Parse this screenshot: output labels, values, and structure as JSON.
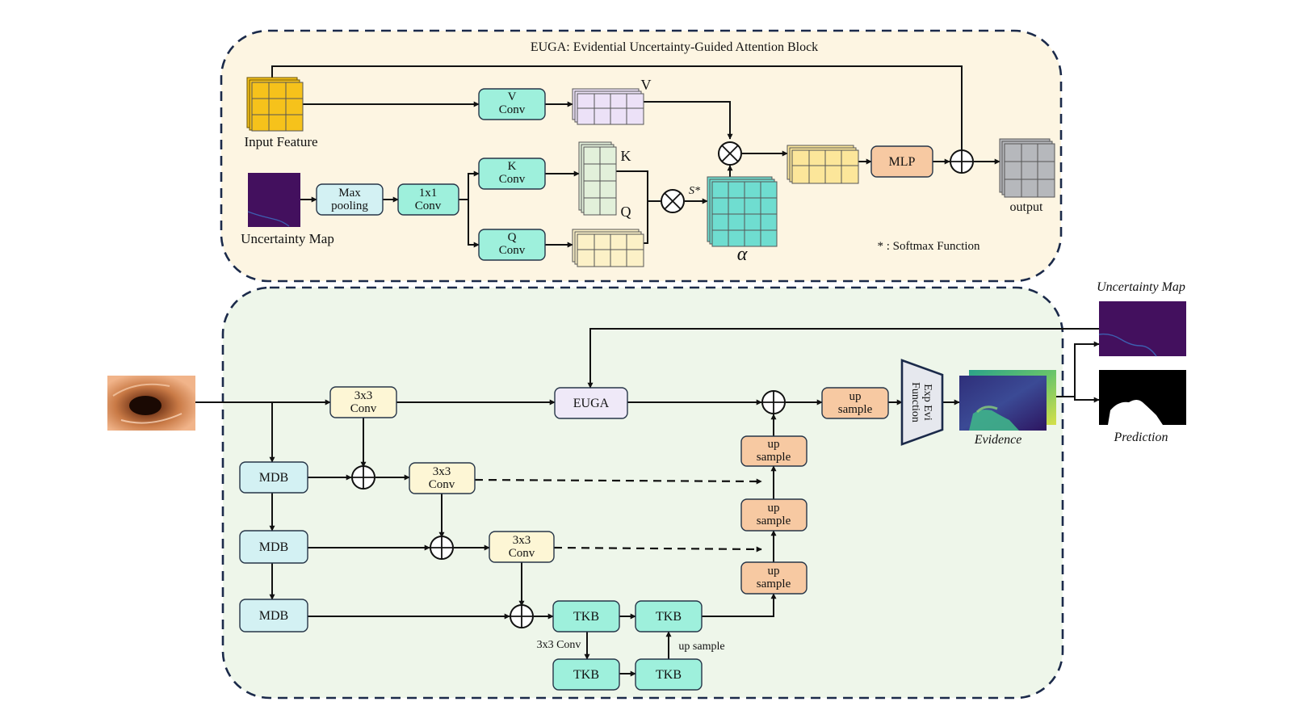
{
  "euga": {
    "title": "EUGA: Evidential Uncertainty-Guided Attention Block",
    "input_feature_label": "Input Feature",
    "uncertainty_map_label": "Uncertainty Map",
    "v_conv": [
      "V",
      "Conv"
    ],
    "k_conv": [
      "K",
      "Conv"
    ],
    "q_conv": [
      "Q",
      "Conv"
    ],
    "max_pooling": [
      "Max",
      "pooling"
    ],
    "conv1x1": [
      "1x1",
      "Conv"
    ],
    "v_label": "V",
    "k_label": "K",
    "q_label": "Q",
    "softmax_symbol": "S*",
    "alpha_label": "α",
    "mlp": "MLP",
    "output_label": "output",
    "footnote": "* : Softmax Function"
  },
  "net": {
    "conv3x3": [
      "3x3",
      "Conv"
    ],
    "euga": "EUGA",
    "mdb": "MDB",
    "tkb": "TKB",
    "up_sample": [
      "up",
      "sample"
    ],
    "exp_evi": [
      "Exp Evi",
      "Function"
    ],
    "evidence_label": "Evidence",
    "uncertainty_map_label": "Uncertainty Map",
    "prediction_label": "Prediction",
    "tkb_conv_label": "3x3 Conv",
    "tkb_up_label": "up sample"
  },
  "colors": {
    "euga_bg": "#fdf5e2",
    "net_bg": "#eef6ea",
    "dash_border": "#1b2a4a",
    "conv_teal": "#9ef0dc",
    "light_blue": "#d3f1f3",
    "conv_yellow": "#fdf6d5",
    "euga_lavender": "#efe9f8",
    "up_orange": "#f7c9a2",
    "exp_gray": "#e6e8ee",
    "feature_gold": "#f6c21b",
    "v_lavender": "#ece1f7",
    "k_green": "#e2f0da",
    "q_yellow": "#fcf1c7",
    "attn_teal": "#6fddd0",
    "out_gray": "#b6b8bc",
    "uncertainty_purple": "#43105e"
  }
}
